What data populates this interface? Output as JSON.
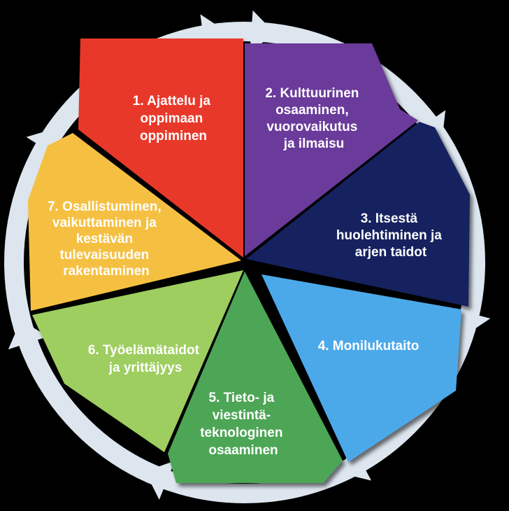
{
  "diagram": {
    "segments": [
      {
        "id": "s1",
        "color": "#e8392a",
        "lines": [
          "1. Ajattelu ja",
          "oppimaan",
          "oppiminen"
        ]
      },
      {
        "id": "s2",
        "color": "#6a3a9a",
        "lines": [
          "2. Kulttuurinen",
          "osaaminen,",
          "vuorovaikutus",
          "ja ilmaisu"
        ]
      },
      {
        "id": "s3",
        "color": "#12215e",
        "lines": [
          "3. Itsestä",
          "huolehtiminen ja",
          "arjen taidot"
        ]
      },
      {
        "id": "s4",
        "color": "#4ba9ea",
        "lines": [
          "4. Monilukutaito"
        ]
      },
      {
        "id": "s5",
        "color": "#4ea657",
        "lines": [
          "5. Tieto- ja",
          "viestintä-",
          "teknologinen",
          "osaaminen"
        ]
      },
      {
        "id": "s6",
        "color": "#9dce5f",
        "lines": [
          "6. Työelämätaidot",
          "ja yrittäjyys"
        ]
      },
      {
        "id": "s7",
        "color": "#f5c042",
        "lines": [
          "7. Osallistuminen,",
          "vaikuttaminen ja",
          "kestävän",
          "tulevaisuuden",
          "rakentaminen"
        ]
      }
    ],
    "ring_color": "#dde6ef"
  }
}
